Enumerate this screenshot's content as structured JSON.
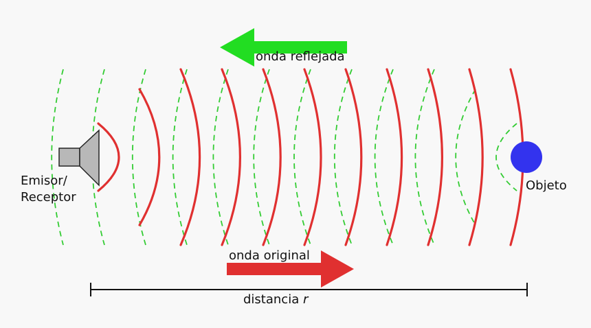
{
  "labels": {
    "reflected_wave": "onda reflejada",
    "original_wave": "onda original",
    "emitter_line1": "Emisor/",
    "emitter_line2": "Receptor",
    "object": "Objeto",
    "distance_text": "distancia",
    "distance_var": "r"
  },
  "colors": {
    "background": "#f8f8f8",
    "original_wave": "#e03030",
    "reflected_wave": "#33cc33",
    "reflected_arrow": "#22dd22",
    "original_arrow": "#e03030",
    "object": "#3333ee",
    "speaker_fill": "#b8b8b8",
    "speaker_stroke": "#222222",
    "ruler": "#111111"
  },
  "icons": {
    "emitter": "speaker-icon",
    "object": "circle-object-icon"
  },
  "waves": {
    "original_count": 11,
    "reflected_count": 12
  }
}
